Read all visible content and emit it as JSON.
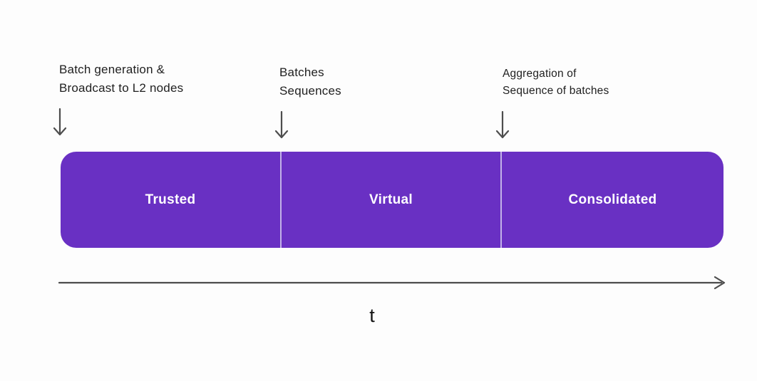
{
  "diagram": {
    "annotations": [
      {
        "line1": "Batch generation &",
        "line2": "Broadcast to L2 nodes"
      },
      {
        "line1": "Batches",
        "line2": "Sequences"
      },
      {
        "line1": "Aggregation of",
        "line2": "Sequence of batches"
      }
    ],
    "timeline": {
      "segments": [
        {
          "label": "Trusted"
        },
        {
          "label": "Virtual"
        },
        {
          "label": "Consolidated"
        }
      ],
      "axis_label": "t"
    },
    "colors": {
      "bar": "#6930C3",
      "bar_divider": "#C3B2E8",
      "arrow": "#4D4D4D",
      "text": "#1F1F1F",
      "segment_text": "#FFFFFF",
      "background": "#FDFDFD"
    }
  }
}
